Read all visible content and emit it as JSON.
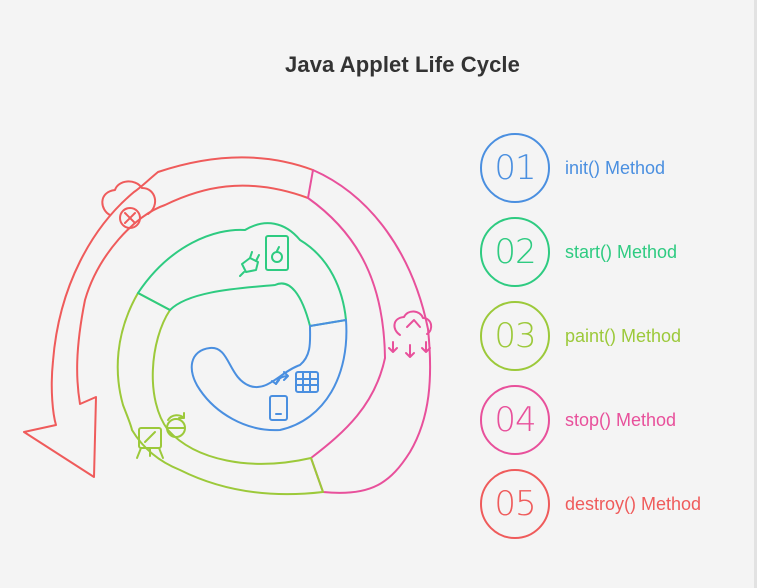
{
  "title": "Java Applet Life Cycle",
  "colors": {
    "init": "#4a8fe0",
    "start": "#2ecb81",
    "paint": "#9cc93a",
    "stop": "#e8509b",
    "destroy": "#ef5b5b"
  },
  "icons": {
    "destroy": "cloud-error-icon",
    "stop": "cloud-download-icon",
    "start": "cat-document-icon",
    "paint": "easel-paint-icon",
    "init": "mobile-spreadsheet-icon"
  },
  "steps": [
    {
      "number": "01",
      "label": "init() Method"
    },
    {
      "number": "02",
      "label": "start() Method"
    },
    {
      "number": "03",
      "label": "paint() Method"
    },
    {
      "number": "04",
      "label": "stop() Method"
    },
    {
      "number": "05",
      "label": "destroy() Method"
    }
  ]
}
